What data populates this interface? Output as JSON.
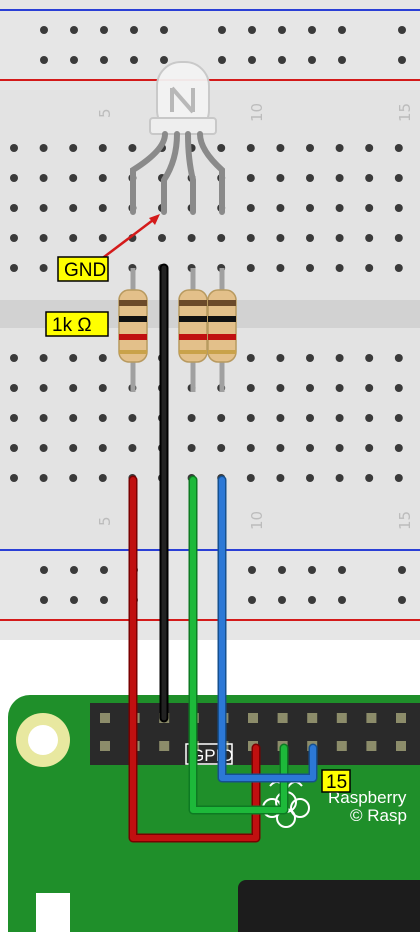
{
  "labels": {
    "gnd": "GND",
    "resistor": "1k Ω",
    "pin_number": "15",
    "gpio": "GPIO",
    "pi_name": "Raspberry",
    "pi_copyright": "© Rasp"
  },
  "breadboard": {
    "column_numbers": [
      "5",
      "10",
      "15"
    ]
  },
  "colors": {
    "board": "#e0e0e0",
    "rail_blue": "#2a3fd6",
    "rail_red": "#d41a1a",
    "pcb": "#1f8f2a",
    "wire_red": "#c01010",
    "wire_black": "#111111",
    "wire_green": "#1db93a",
    "wire_blue": "#2c78d6",
    "label_bg": "#ffff00"
  }
}
